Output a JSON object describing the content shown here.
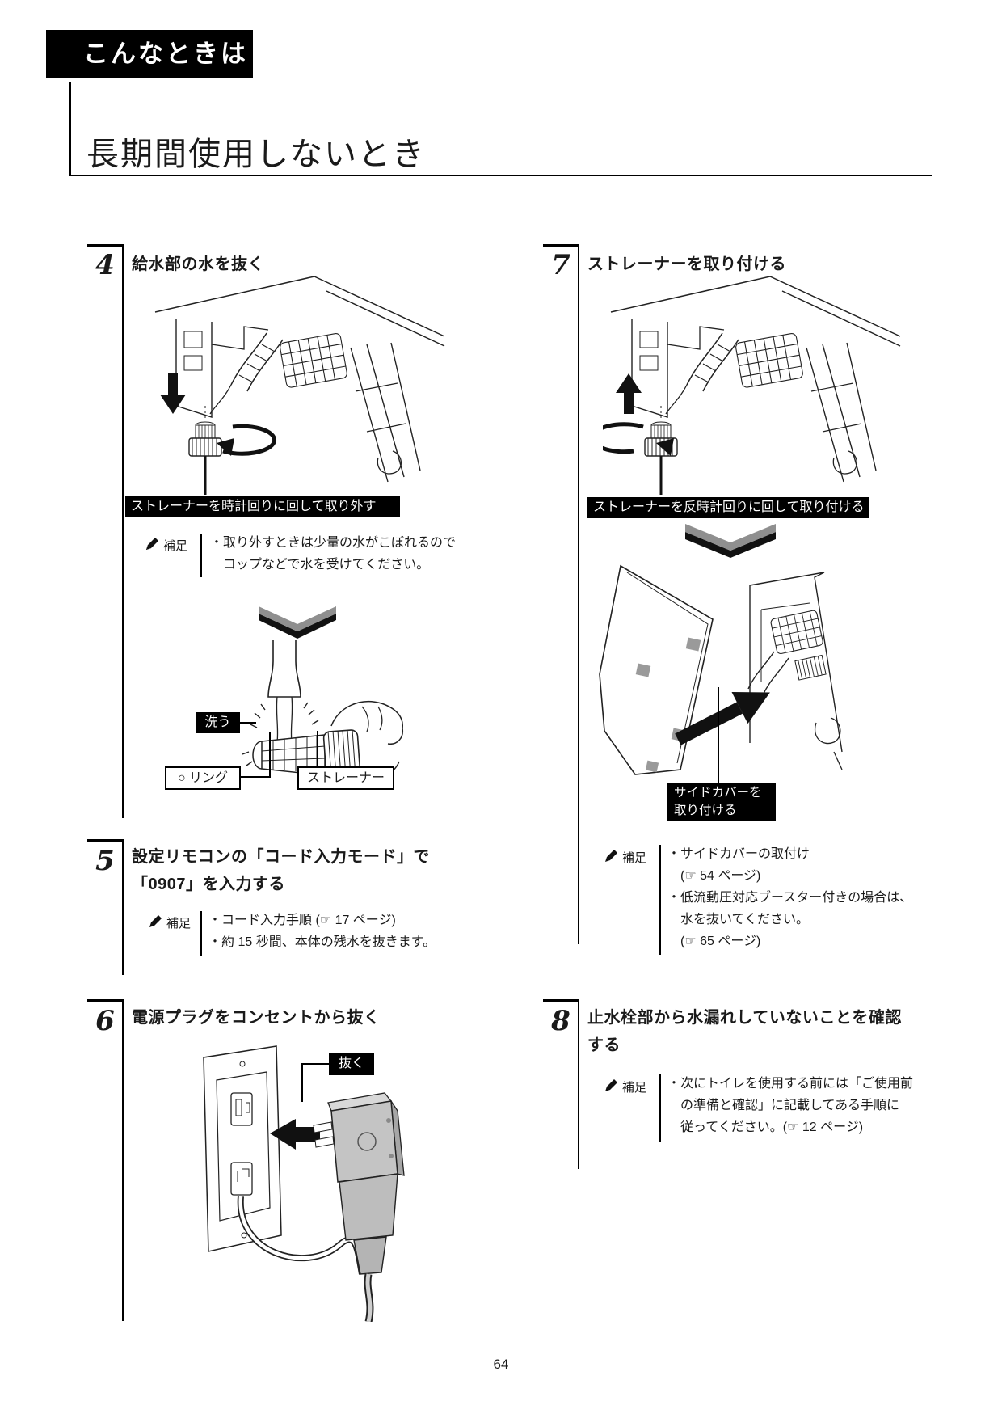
{
  "page": {
    "badge": "こんなときは",
    "title": "長期間使用しないとき",
    "note_label": "補足",
    "page_number": "64"
  },
  "steps": {
    "s4": {
      "num": "4",
      "heading": "給水部の水を抜く",
      "callout": "ストレーナーを時計回りに回して取り外す",
      "notes": [
        "・取り外すときは少量の水がこぼれるので",
        "コップなどで水を受けてください。"
      ],
      "labels": {
        "wash": "洗う",
        "oring": "○ リング",
        "strainer": "ストレーナー"
      }
    },
    "s5": {
      "num": "5",
      "heading1": "設定リモコンの「コード入力モード」で",
      "heading2": "「0907」を入力する",
      "notes": [
        "・コード入力手順 (☞ 17 ページ)",
        "・約 15 秒間、本体の残水を抜きます。"
      ]
    },
    "s6": {
      "num": "6",
      "heading": "電源プラグをコンセントから抜く",
      "callout": "抜く"
    },
    "s7": {
      "num": "7",
      "heading": "ストレーナーを取り付ける",
      "callout": "ストレーナーを反時計回りに回して取り付ける",
      "cover_callout1": "サイドカバーを",
      "cover_callout2": "取り付ける",
      "notes": [
        "・サイドカバーの取付け",
        "(☞ 54 ページ)",
        "・低流動圧対応ブースター付きの場合は、",
        "水を抜いてください。",
        "(☞ 65 ページ)"
      ]
    },
    "s8": {
      "num": "8",
      "heading1": "止水栓部から水漏れしていないことを確認",
      "heading2": "する",
      "notes": [
        "・次にトイレを使用する前には「ご使用前",
        "の準備と確認」に記載してある手順に",
        "従ってください。(☞ 12 ページ)"
      ]
    }
  },
  "colors": {
    "ink": "#1a1a1a",
    "callout_bg": "#000000",
    "arrow_gray": "#8f8f8f",
    "plug_gray": "#c4c4c4"
  }
}
